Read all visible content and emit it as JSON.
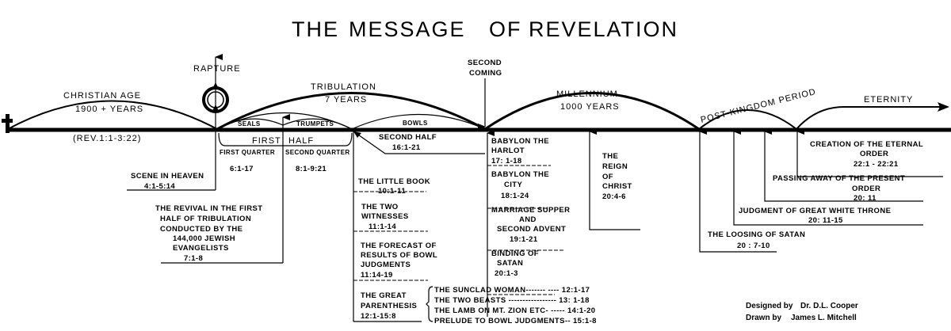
{
  "title": {
    "the": "THE",
    "message": "MESSAGE",
    "of": "OF",
    "revelation": "REVELATION"
  },
  "periods": {
    "christian_age": {
      "name": "CHRISTIAN  AGE",
      "years": "1900 + YEARS",
      "ref": "(REV.1:1-3:22)"
    },
    "rapture": "RAPTURE",
    "tribulation": {
      "name": "TRIBULATION",
      "years": "7 YEARS"
    },
    "second_coming": [
      "SECOND",
      "COMING"
    ],
    "millennium": {
      "name": "MILLENNIUM",
      "years": "1000 YEARS"
    },
    "post_kingdom": "POST-KINGDOM PERIOD",
    "eternity": "ETERNITY"
  },
  "judgments": {
    "seals": "SEALS",
    "trumpets": "TRUMPETS",
    "bowls": "BOWLS"
  },
  "halves": {
    "first": "FIRST",
    "half": "HALF",
    "first_quarter": "FIRST QUARTER",
    "second_quarter": "SECOND QUARTER",
    "first_quarter_ref": "6:1-17",
    "second_quarter_ref": "8:1-9:21",
    "second_half": "SECOND HALF",
    "second_half_ref": "16:1-21"
  },
  "events": {
    "scene_in_heaven": [
      "SCENE IN HEAVEN",
      "4:1-5:14"
    ],
    "revival": [
      "THE REVIVAL IN THE FIRST",
      "HALF OF TRIBULATION",
      "CONDUCTED BY THE",
      "144,000 JEWISH",
      "EVANGELISTS",
      "7:1-8"
    ],
    "little_book": [
      "THE LITTLE BOOK",
      "10:1-11"
    ],
    "two_witnesses": [
      "THE TWO",
      "WITNESSES",
      "11:1-14"
    ],
    "forecast": [
      "THE FORECAST OF",
      "RESULTS OF BOWL",
      "JUDGMENTS",
      "11:14-19"
    ],
    "great_parenthesis": [
      "THE GREAT",
      "PARENTHESIS",
      "12:1-15:8"
    ],
    "parenthesis_items": [
      "THE SUNCLAD WOMAN------- ---- 12:1-17",
      "THE TWO BEASTS ----------------- 13: 1-18",
      "THE LAMB ON MT. ZION ETC- ----- 14:1-20",
      "PRELUDE TO BOWL JUDGMENTS-- 15:1-8"
    ],
    "babylon_harlot": [
      "BABYLON THE",
      "HARLOT",
      "17: 1-18"
    ],
    "babylon_city": [
      "BABYLON THE",
      "CITY",
      "18:1-24"
    ],
    "marriage_supper": [
      "MARRIAGE SUPPER",
      "AND",
      "SECOND ADVENT",
      "19:1-21"
    ],
    "binding_satan": [
      "BINDING OF",
      "SATAN",
      "20:1-3"
    ],
    "reign_of_christ": [
      "THE",
      "REIGN",
      "OF",
      "CHRIST",
      "20:4-6"
    ],
    "loosing_satan": [
      "THE LOOSING OF SATAN",
      "20 : 7-10"
    ],
    "white_throne": [
      "JUDGMENT OF GREAT WHITE THRONE",
      "20: 11-15"
    ],
    "passing_away": [
      "PASSING AWAY OF THE PRESENT",
      "ORDER",
      "20: 11"
    ],
    "creation": [
      "CREATION OF THE ETERNAL",
      "ORDER",
      "22:1 - 22:21"
    ]
  },
  "credits": {
    "designed_label": "Designed by",
    "designer": "Dr. D.L. Cooper",
    "drawn_label": "Drawn by",
    "drawer": "James L. Mitchell"
  }
}
